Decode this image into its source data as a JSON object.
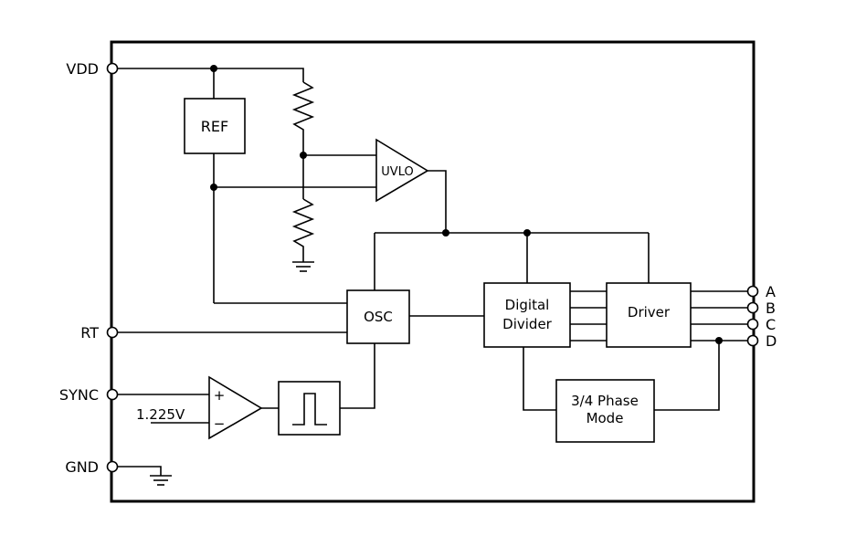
{
  "pins": {
    "vdd": "VDD",
    "rt": "RT",
    "sync": "SYNC",
    "gnd": "GND",
    "a": "A",
    "b": "B",
    "c": "C",
    "d": "D"
  },
  "blocks": {
    "ref": "REF",
    "uvlo": "UVLO",
    "osc": "OSC",
    "digital_divider": [
      "Digital",
      "Divider"
    ],
    "driver": "Driver",
    "phase_mode": [
      "3/4 Phase",
      "Mode"
    ]
  },
  "labels": {
    "reference_voltage": "1.225V",
    "comp_plus": "+",
    "comp_minus": "−"
  }
}
